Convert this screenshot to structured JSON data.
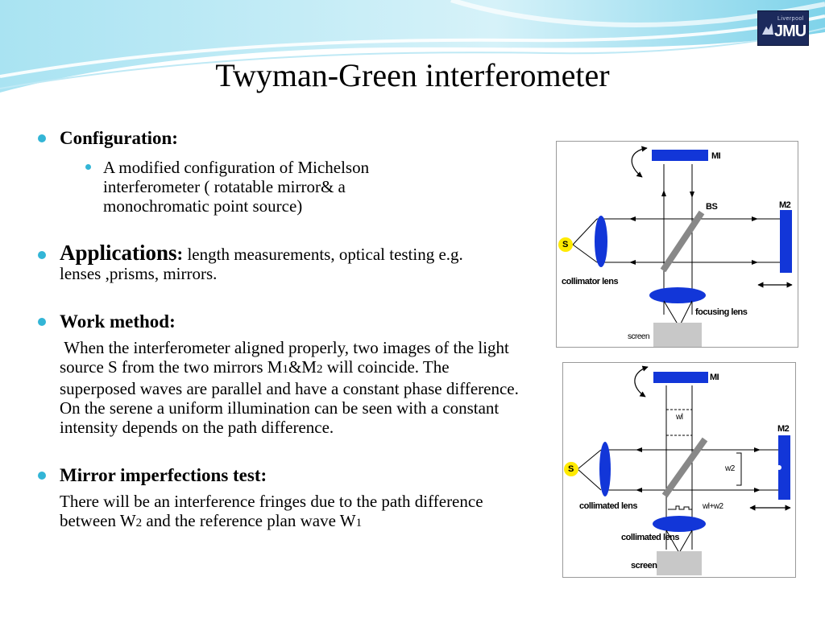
{
  "slide": {
    "title": "Twyman-Green interferometer",
    "logo": {
      "small": "Liverpool",
      "big": "JMU"
    },
    "bullets": {
      "configuration": {
        "heading": "Configuration:",
        "sub_text": "A modified configuration of Michelson interferometer ( rotatable mirror& a monochromatic point source)"
      },
      "applications": {
        "heading": "Applications",
        "colon": ":",
        "text": " length measurements, optical testing e.g.       lenses ,prisms, mirrors."
      },
      "work_method": {
        "heading": "Work method:",
        "p1": " When the interferometer aligned properly, two images of the light source S from the two mirrors M",
        "p1_sub1": "1",
        "p1_mid": "&M",
        "p1_sub2": "2",
        "p1_end": " will coincide. The superposed waves are parallel and have a constant phase difference. On the serene a uniform illumination can be seen with a constant intensity depends on the path difference."
      },
      "mirror_test": {
        "heading": "Mirror imperfections test:",
        "p1": "There will be an interference fringes due to the path difference between W",
        "p1_sub1": "2",
        "p1_mid": " and the reference plan wave W",
        "p1_sub2": "1"
      }
    },
    "diagram1": {
      "m1": "MI",
      "bs": "BS",
      "m2": "M2",
      "s": "S",
      "collimator": "collimator lens",
      "focusing": "focusing lens",
      "screen": "screen"
    },
    "diagram2": {
      "m1": "MI",
      "m2": "M2",
      "s": "S",
      "w1": "wl",
      "w2": "w2",
      "w1w2": "wl+w2",
      "collimated1": "collimated lens",
      "collimated2": "collimated lens",
      "screen": "screen"
    },
    "colors": {
      "bullet": "#33b5d6",
      "optics": "#1236d8",
      "wave": "#7fd3ea"
    }
  }
}
